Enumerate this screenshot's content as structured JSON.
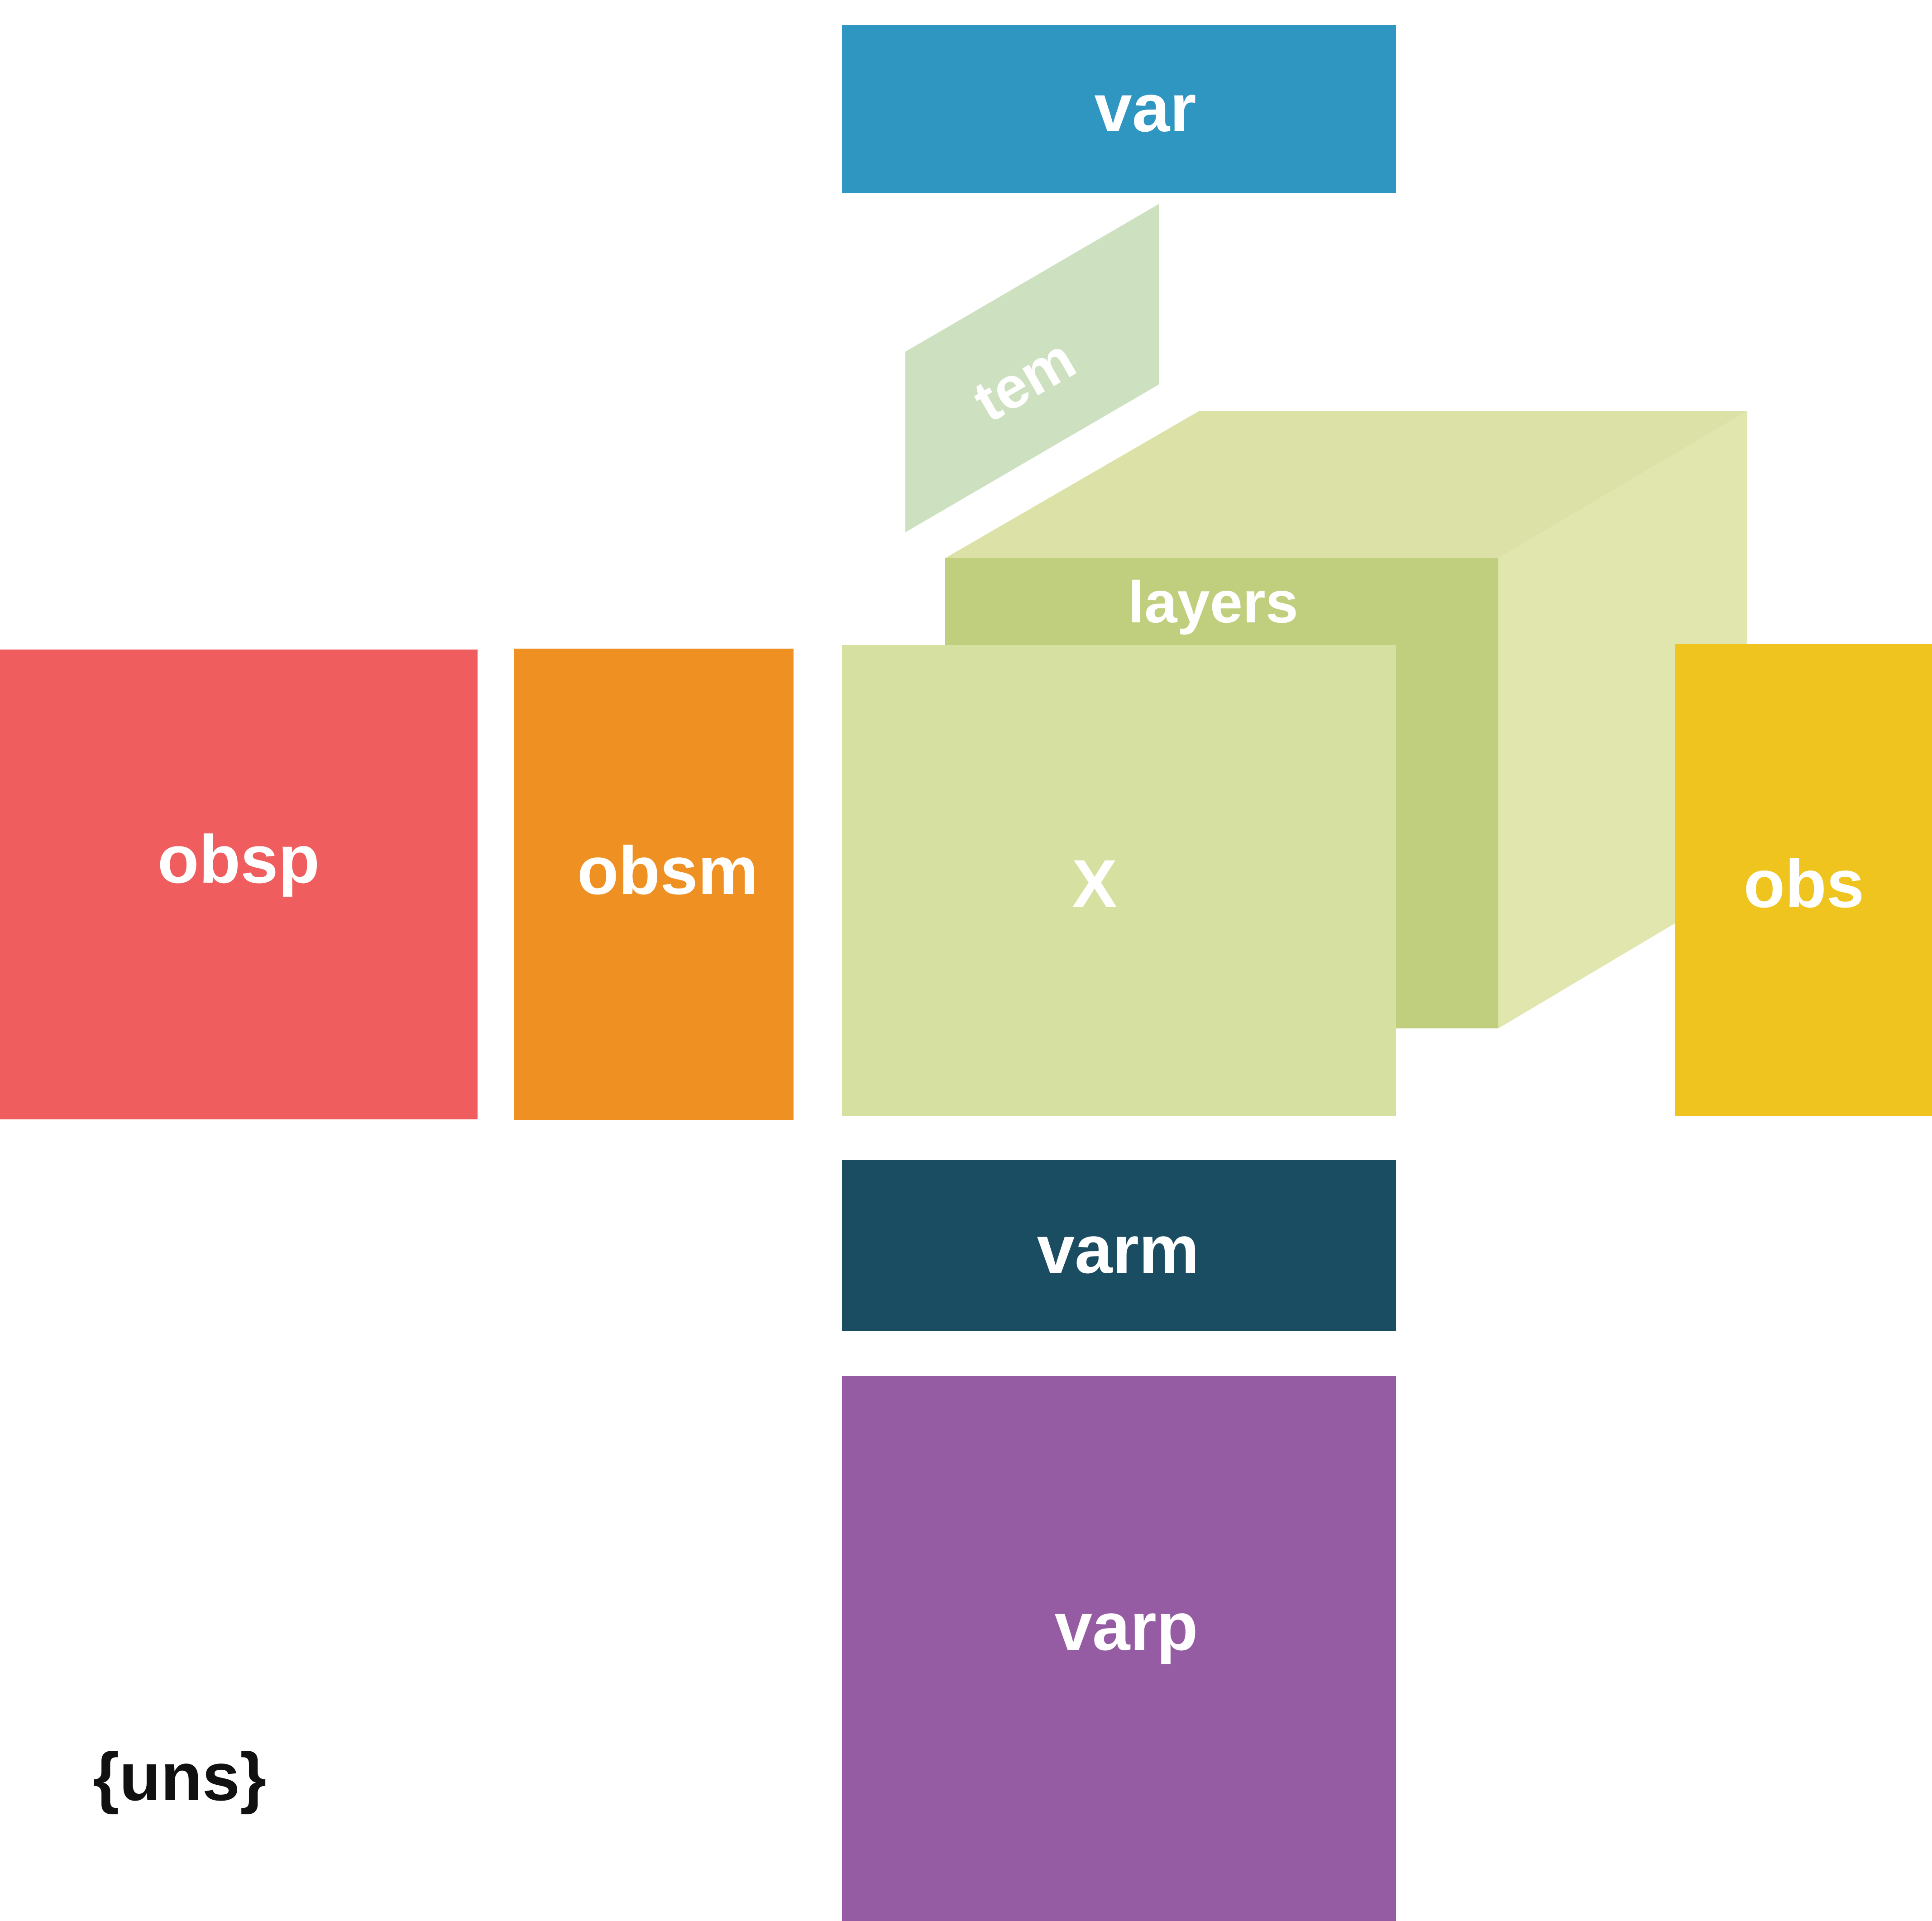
{
  "labels": {
    "var": "var",
    "tem": "tem",
    "layers": "layers",
    "obsp": "obsp",
    "obsm": "obsm",
    "x": "X",
    "obs": "obs",
    "varm": "varm",
    "varp": "varp",
    "uns": "{uns}"
  },
  "colors": {
    "var": "#2e96c1",
    "tem": "#cde0bf",
    "cube_top": "#dbe1a7",
    "cube_side": "#e1e6ae",
    "layers": "#c0cf7d",
    "x": "#d6e1a1",
    "obsp": "#f05d5e",
    "obsm": "#ef9022",
    "obs": "#efc41f",
    "varm": "#1b4d62",
    "varp": "#955ba3",
    "uns_text": "#111111",
    "label_text": "#ffffff"
  }
}
